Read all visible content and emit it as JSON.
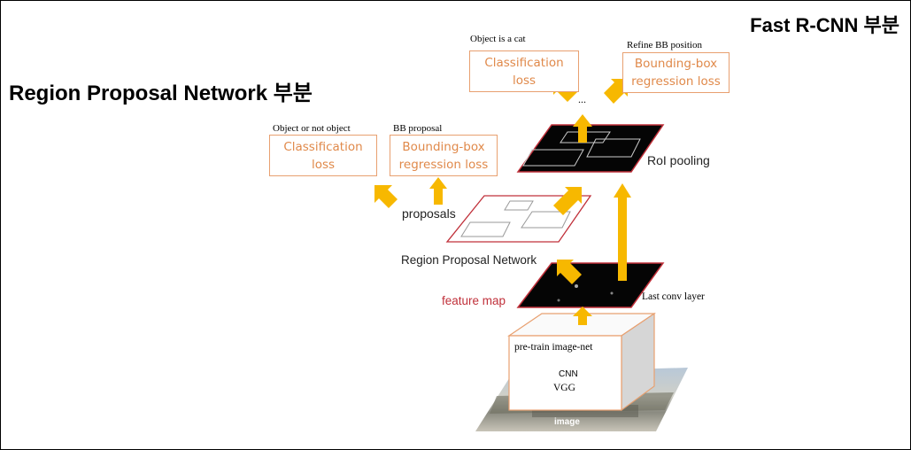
{
  "headings": {
    "rpn": "Region Proposal Network 부분",
    "fast_rcnn": "Fast R-CNN 부분"
  },
  "fast_rcnn_section": {
    "cls_caption": "Object is a cat",
    "cls_line1": "Classification",
    "cls_line2": "loss",
    "reg_caption": "Refine BB position",
    "reg_line1": "Bounding-box",
    "reg_line2": "regression loss",
    "ellipsis": "...",
    "roi_label": "RoI pooling"
  },
  "rpn_section": {
    "cls_caption": "Object or not object",
    "cls_line1": "Classification",
    "cls_line2": "loss",
    "reg_caption": "BB proposal",
    "reg_line1": "Bounding-box",
    "reg_line2": "regression loss",
    "proposals_label": "proposals",
    "rpn_label": "Region Proposal Network"
  },
  "backbone": {
    "feature_map_label": "feature map",
    "last_conv_label": "Last conv layer",
    "box_line1": "pre-train image-net",
    "box_line2": "CNN",
    "box_line3": "VGG",
    "image_label": "image"
  },
  "colors": {
    "arrow": "#f7b800",
    "loss_text": "#e0894a",
    "loss_border": "#e8a070",
    "highlight": "#c0303a"
  }
}
